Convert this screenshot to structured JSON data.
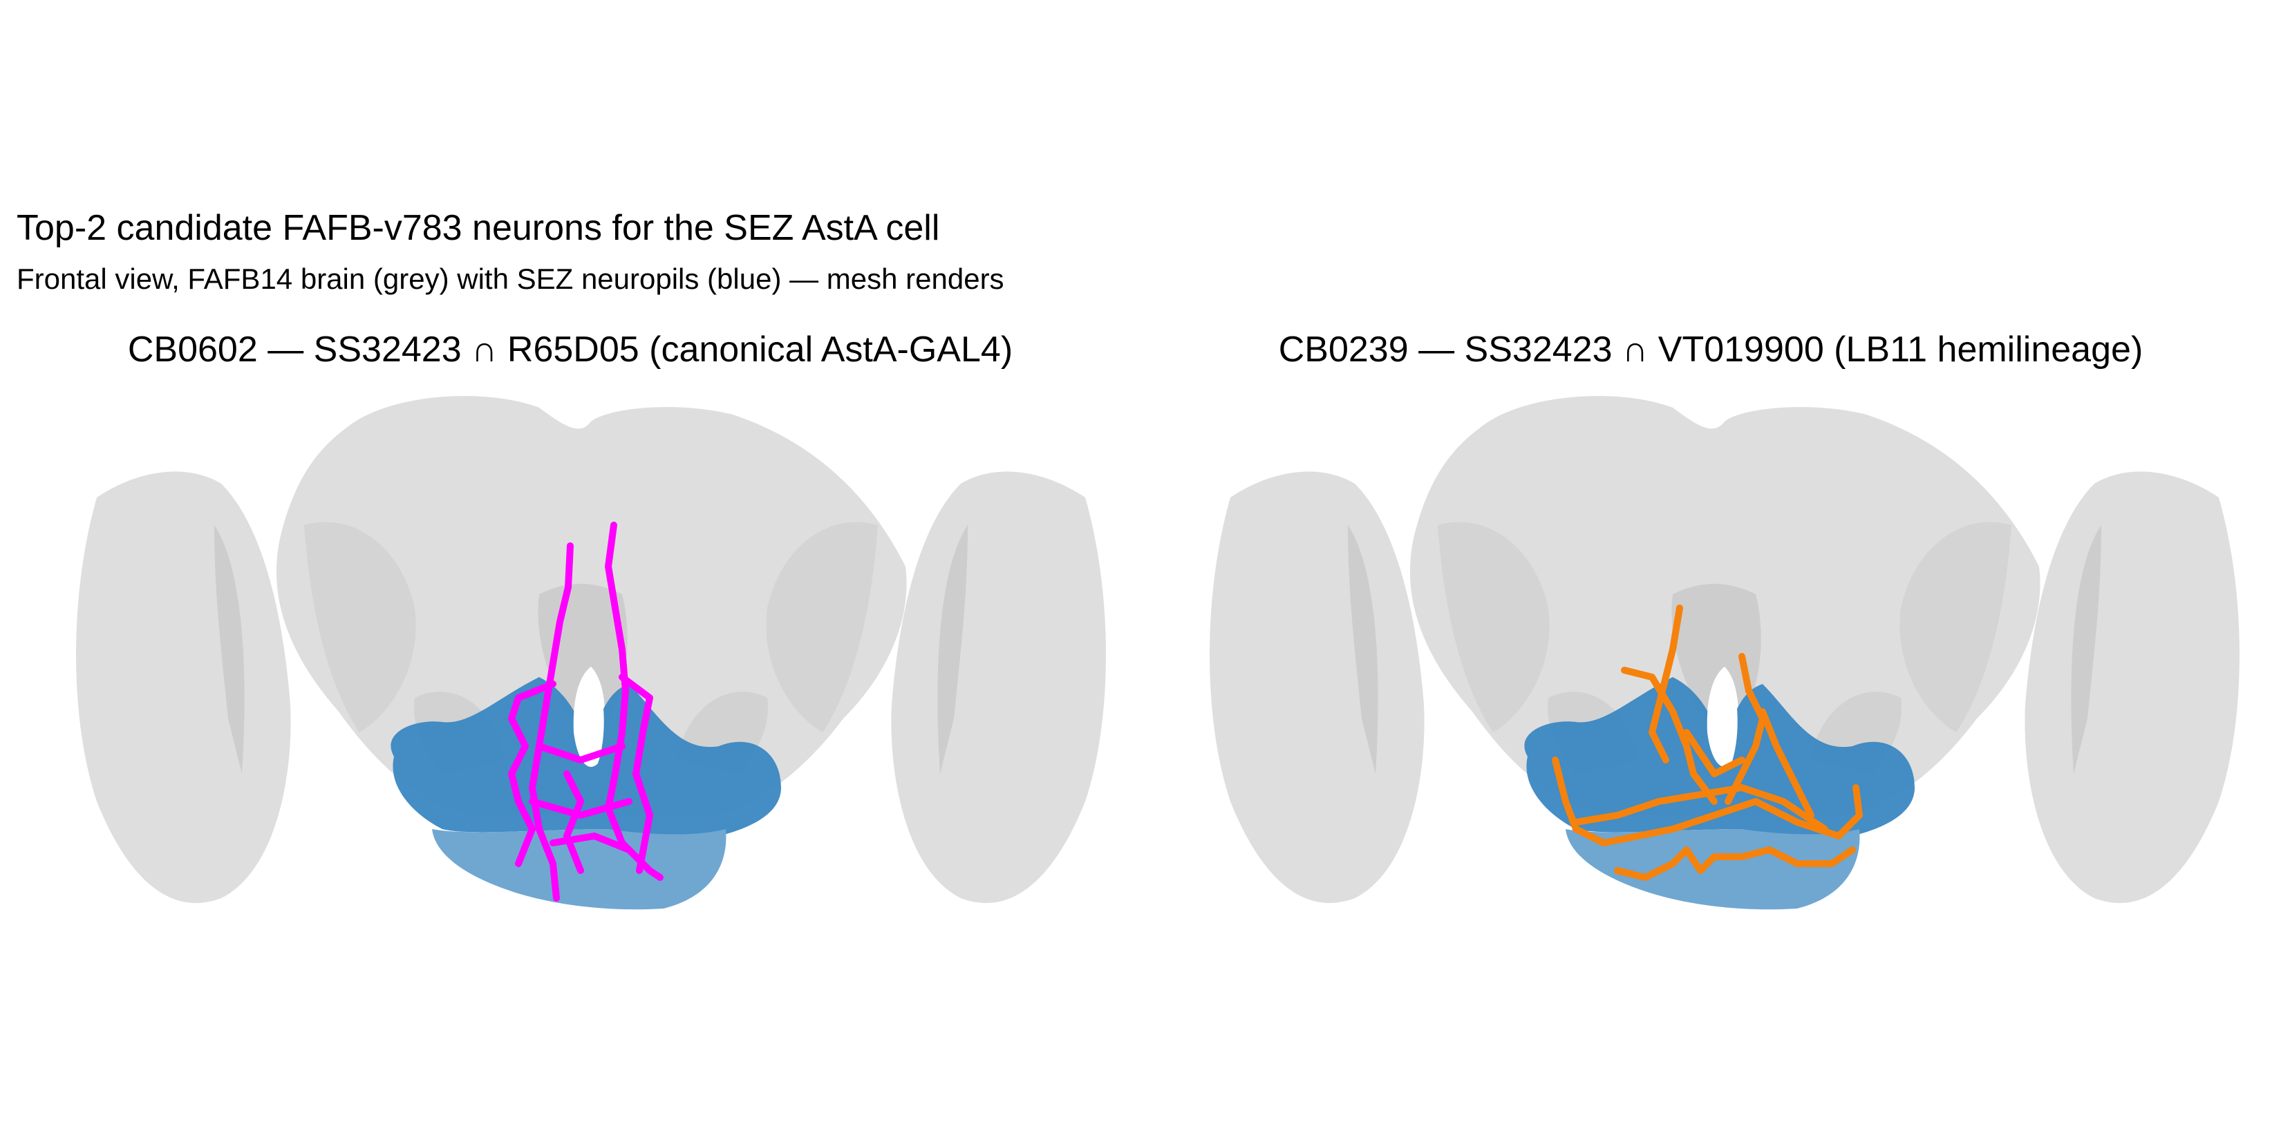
{
  "figure": {
    "title": "Top-2 candidate FAFB-v783 neurons for the SEZ AstA cell",
    "subtitle": "Frontal view, FAFB14 brain (grey) with SEZ neuropils (blue) — mesh renders"
  },
  "panels": [
    {
      "title": "CB0602 — SS32423 ∩ R65D05 (canonical AstA-GAL4)",
      "neuron_color": "#ff00ff",
      "neuron_label": "CB0602"
    },
    {
      "title": "CB0239 — SS32423 ∩ VT019900 (LB11 hemilineage)",
      "neuron_color": "#f5820d",
      "neuron_label": "CB0239"
    }
  ],
  "colors": {
    "brain_mesh": "#dedede",
    "brain_shadow": "#cdcdcd",
    "sez_neuropil_upper": "#3a87c2",
    "sez_neuropil_lower": "#6fa7d1"
  }
}
